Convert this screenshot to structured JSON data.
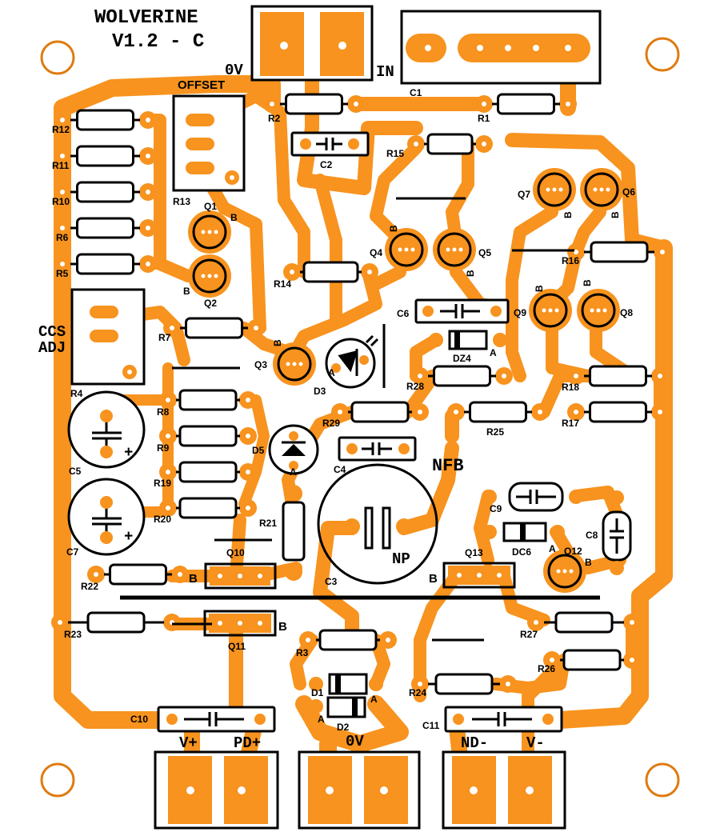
{
  "colors": {
    "copper": "#f7931e",
    "silk": "#000000",
    "background": "#ffffff"
  },
  "board": {
    "title_line1": "WOLVERINE",
    "title_line2": "V1.2 - C"
  },
  "labels": {
    "in": "IN",
    "ov_top": "0V",
    "offset": "OFFSET",
    "ccs": "CCS",
    "adj": "ADJ",
    "nfb": "NFB",
    "np": "NP",
    "v_plus": "V+",
    "pd_plus": "PD+",
    "ov_bottom": "0V",
    "nd_minus": "ND-",
    "v_minus": "V-",
    "base": "B",
    "anode": "A",
    "plus": "+"
  },
  "components": {
    "R1": "R1",
    "R2": "R2",
    "R3": "R3",
    "R4": "R4",
    "R5": "R5",
    "R6": "R6",
    "R7": "R7",
    "R8": "R8",
    "R9": "R9",
    "R10": "R10",
    "R11": "R11",
    "R12": "R12",
    "R13": "R13",
    "R14": "R14",
    "R15": "R15",
    "R16": "R16",
    "R17": "R17",
    "R18": "R18",
    "R19": "R19",
    "R20": "R20",
    "R21": "R21",
    "R22": "R22",
    "R23": "R23",
    "R24": "R24",
    "R25": "R25",
    "R26": "R26",
    "R27": "R27",
    "R28": "R28",
    "R29": "R29",
    "C1": "C1",
    "C2": "C2",
    "C3": "C3",
    "C4": "C4",
    "C5": "C5",
    "C6": "C6",
    "C7": "C7",
    "C8": "C8",
    "C9": "C9",
    "C10": "C10",
    "C11": "C11",
    "Q1": "Q1",
    "Q2": "Q2",
    "Q3": "Q3",
    "Q4": "Q4",
    "Q5": "Q5",
    "Q6": "Q6",
    "Q7": "Q7",
    "Q8": "Q8",
    "Q9": "Q9",
    "Q10": "Q10",
    "Q11": "Q11",
    "Q12": "Q12",
    "Q13": "Q13",
    "D1": "D1",
    "D2": "D2",
    "D3": "D3",
    "D5": "D5",
    "DZ4": "DZ4",
    "DC6": "DC6"
  }
}
